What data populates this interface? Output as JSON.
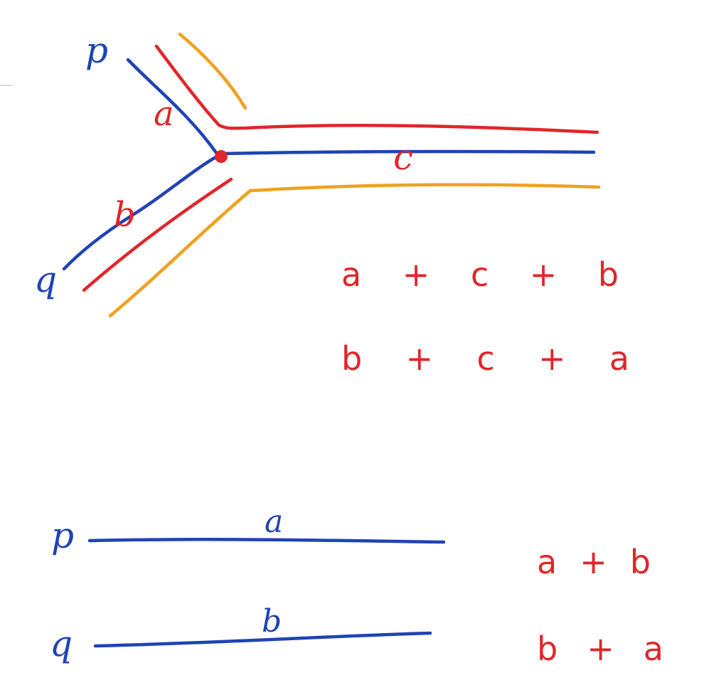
{
  "colors": {
    "blue": "#1f43b4",
    "red": "#e0262a",
    "orange": "#f0a020",
    "background": "#ffffff"
  },
  "junction_diagram": {
    "start_label_top": "p",
    "start_label_bottom": "q",
    "segment_a_label": "a",
    "segment_b_label": "b",
    "segment_c_label": "c",
    "path_sums": [
      "a + c + b",
      "b + c + a"
    ]
  },
  "parallel_diagram": {
    "start_label_top": "p",
    "start_label_bottom": "q",
    "segment_a_label": "a",
    "segment_b_label": "b",
    "path_sums": [
      "a + b",
      "b + a"
    ]
  }
}
